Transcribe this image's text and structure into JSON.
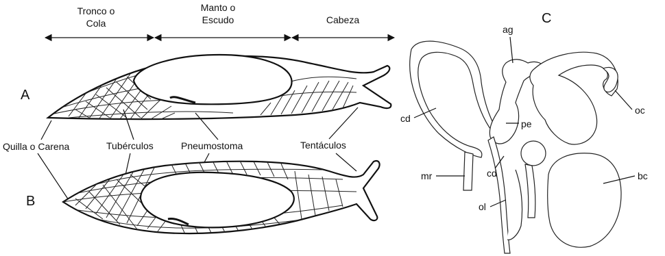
{
  "header": {
    "tronco_l1": "Tronco o",
    "tronco_l2": "Cola",
    "manto_l1": "Manto o",
    "manto_l2": "Escudo",
    "cabeza": "Cabeza"
  },
  "panels": {
    "a": "A",
    "b": "B",
    "c": "C"
  },
  "labels": {
    "quilla": "Quilla o Carena",
    "tuberculos": "Tubérculos",
    "pneumostoma": "Pneumostoma",
    "tentaculos": "Tentáculos"
  },
  "organs": {
    "ag": "ag",
    "cd_upper": "cd",
    "pe": "pe",
    "oc": "oc",
    "mr": "mr",
    "cd_lower": "cd",
    "bc": "bc",
    "ol": "ol"
  }
}
